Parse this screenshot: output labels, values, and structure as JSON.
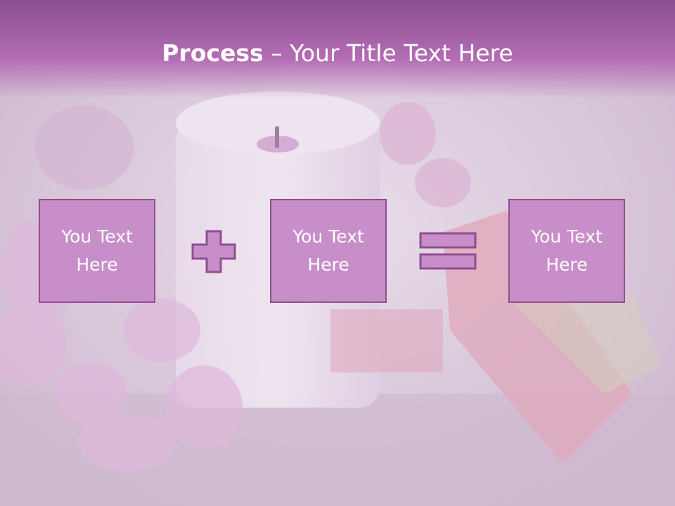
{
  "slide": {
    "title_bold": "Process",
    "title_rest": " – Your Title Text Here",
    "boxes": [
      {
        "text": "You Text Here"
      },
      {
        "text": "You Text Here"
      },
      {
        "text": "You Text Here"
      }
    ],
    "colors": {
      "header": "#b46db4",
      "box_fill": "#c88ec9",
      "box_border": "#8f4f8f"
    },
    "operators": [
      "plus-icon",
      "equals-icon"
    ]
  }
}
